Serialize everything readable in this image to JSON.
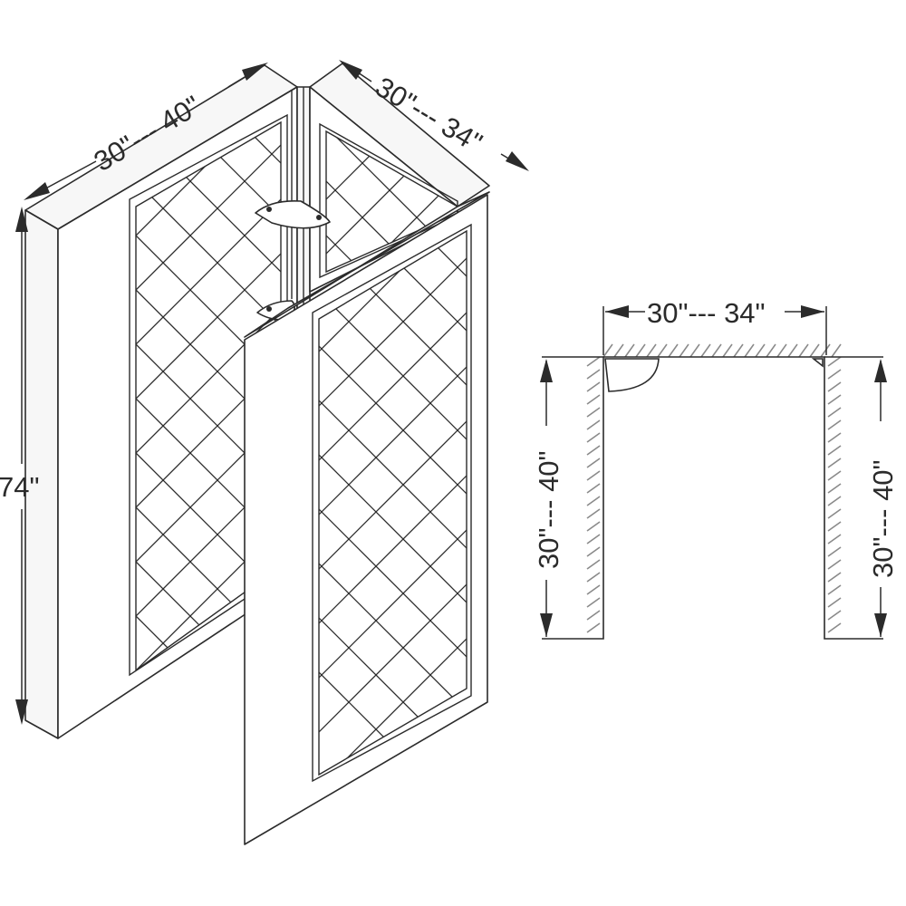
{
  "isometric": {
    "left_width_label": "30\"--- 40\"",
    "right_width_label": "30\"--- 34\"",
    "height_label": "74\""
  },
  "plan": {
    "top_width_label": "30\"--- 34\"",
    "left_depth_label": "30\"--- 40\"",
    "right_depth_label": "30\"--- 40\""
  },
  "colors": {
    "line": "#2b2b2b",
    "hatch": "#8a8a8a",
    "background": "#ffffff"
  }
}
